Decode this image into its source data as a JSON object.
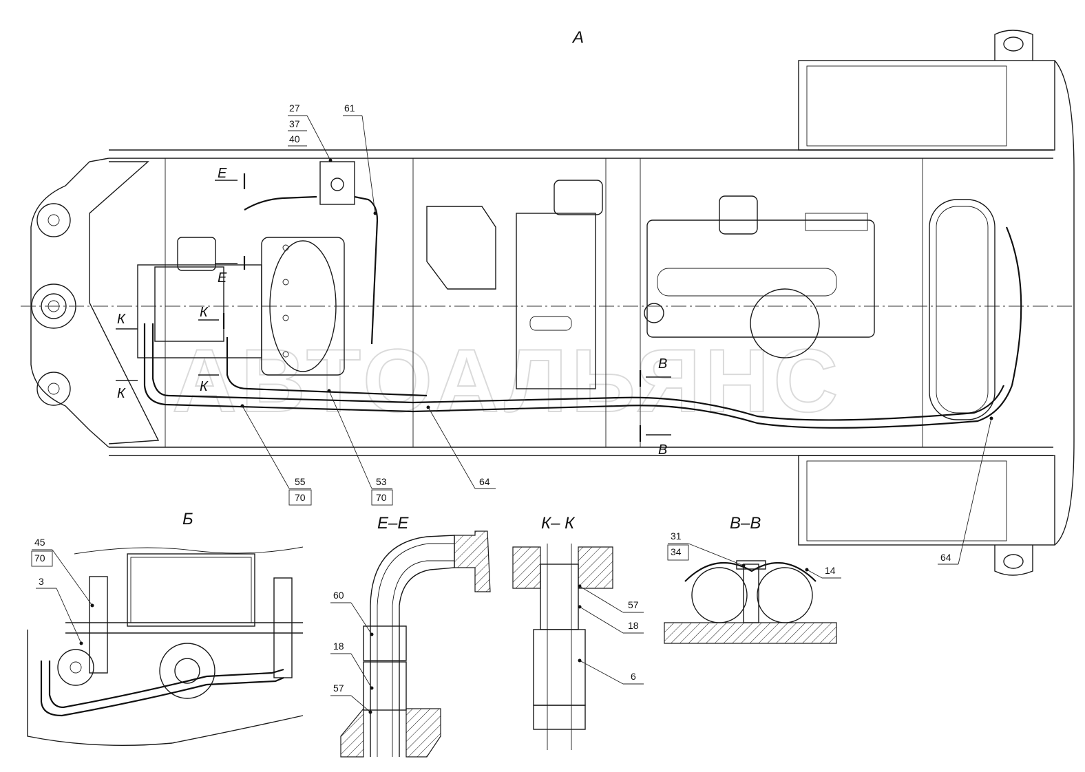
{
  "views": {
    "main": "А",
    "detail_b": "Б",
    "section_ee": "Е–Е",
    "section_kk": "К– К",
    "section_vv": "В–В"
  },
  "section_marks": {
    "e_top": "Е",
    "e_bottom": "Е",
    "k_left": "К",
    "k_mid": "К",
    "k_low": "К",
    "k_left_low": "К",
    "v_top": "В",
    "v_bottom": "В"
  },
  "callouts": {
    "main_top_stack": [
      "27",
      "37",
      "40"
    ],
    "main_61": "61",
    "main_55_70": [
      "55",
      "70"
    ],
    "main_53_70": [
      "53",
      "70"
    ],
    "main_64_mid": "64",
    "main_64_right": "64",
    "b_45_70": [
      "45",
      "70"
    ],
    "b_3": "3",
    "ee_60": "60",
    "ee_18": "18",
    "ee_57": "57",
    "kk_57": "57",
    "kk_18": "18",
    "kk_6": "6",
    "vv_31_34": [
      "31",
      "34"
    ],
    "vv_14": "14"
  },
  "watermark": "АВТОАЛЬЯНС"
}
